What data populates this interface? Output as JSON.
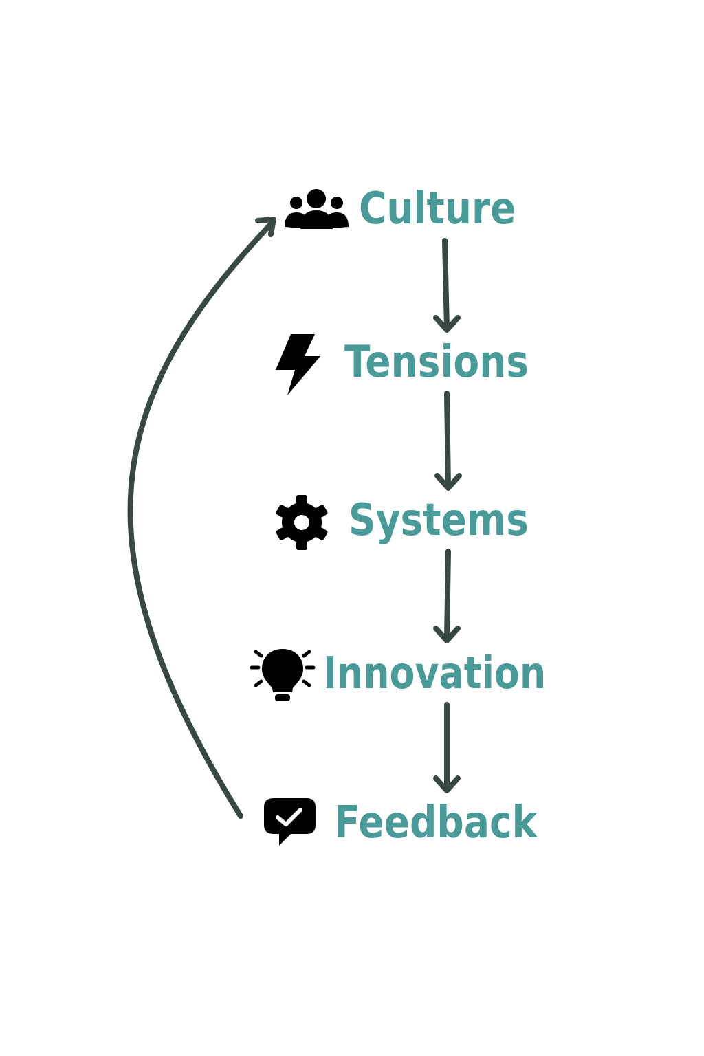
{
  "colors": {
    "label": "#4a9a9a",
    "arrow": "#384844",
    "icon": "#000000",
    "background": "#ffffff"
  },
  "nodes": [
    {
      "id": "culture",
      "label": "Culture",
      "icon": "people-icon"
    },
    {
      "id": "tensions",
      "label": "Tensions",
      "icon": "lightning-bolt-icon"
    },
    {
      "id": "systems",
      "label": "Systems",
      "icon": "gear-icon"
    },
    {
      "id": "innovation",
      "label": "Innovation",
      "icon": "lightbulb-icon"
    },
    {
      "id": "feedback",
      "label": "Feedback",
      "icon": "chat-check-icon"
    }
  ],
  "edges": [
    {
      "from": "culture",
      "to": "tensions"
    },
    {
      "from": "tensions",
      "to": "systems"
    },
    {
      "from": "systems",
      "to": "innovation"
    },
    {
      "from": "innovation",
      "to": "feedback"
    },
    {
      "from": "feedback",
      "to": "culture"
    }
  ]
}
